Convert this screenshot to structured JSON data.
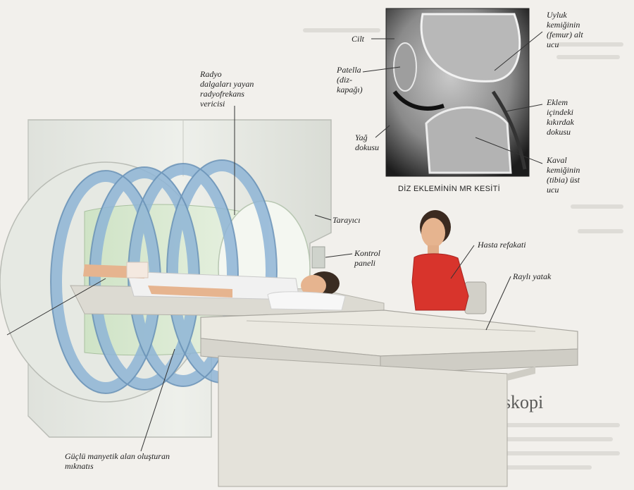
{
  "figure": {
    "mri_title": "DİZ EKLEMİNİN MR KESİTİ",
    "background_heading": "Endoskopi",
    "labels": {
      "radyo": "Radyo\ndalgaları yayan\nradyofrekans\nvericisi",
      "cilt": "Cilt",
      "patella": "Patella\n(diz-\nkapağı)",
      "yag": "Yağ\ndokusu",
      "femur": "Uyluk\nkemiğinin\n(femur) alt\nucu",
      "eklem": "Eklem\niçindeki\nkıkırdak\ndokusu",
      "tibia": "Kaval\nkemiğinin\n(tibia) üst\nucu",
      "tarayici": "Tarayıcı",
      "kontrol": "Kontrol\npaneli",
      "hasta": "Hasta refakati",
      "rayli": "Raylı yatak",
      "miknatis": "Güçlü manyetik alan oluşturan\nmıknatıs"
    }
  },
  "colors": {
    "scanner_housing": "#e9ebe6",
    "coil": "#8fb5d6",
    "bore_green": "#d6e8cf",
    "shirt": "#d8342c",
    "table": "#ebe9e1"
  }
}
